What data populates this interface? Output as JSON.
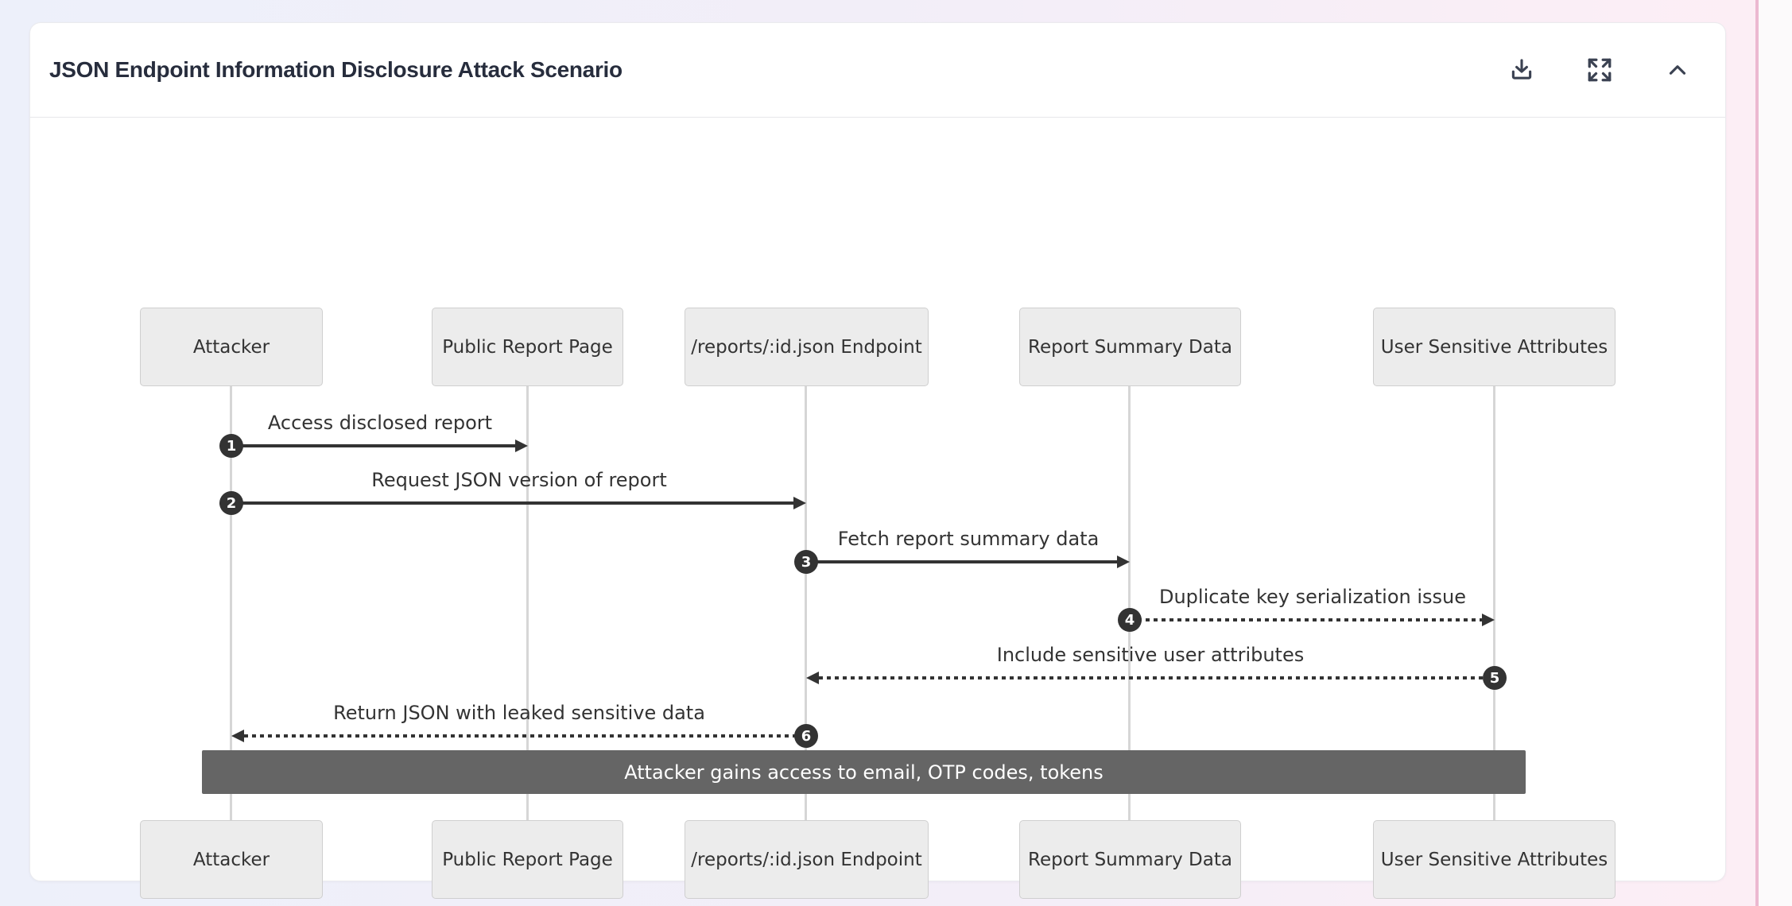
{
  "header": {
    "title": "JSON Endpoint Information Disclosure Attack Scenario",
    "actions": [
      {
        "label": "download",
        "icon": "download-icon"
      },
      {
        "label": "fullscreen",
        "icon": "expand-icon"
      },
      {
        "label": "collapse",
        "icon": "chevron-up-icon"
      }
    ]
  },
  "diagram": {
    "type": "sequence-diagram",
    "actors": [
      {
        "label": "Attacker"
      },
      {
        "label": "Public Report Page"
      },
      {
        "label": "/reports/:id.json Endpoint"
      },
      {
        "label": "Report Summary Data"
      },
      {
        "label": "User Sensitive Attributes"
      }
    ],
    "messages": [
      {
        "number": "1",
        "from": "Attacker",
        "to": "Public Report Page",
        "label": "Access disclosed report",
        "style": "solid"
      },
      {
        "number": "2",
        "from": "Attacker",
        "to": "/reports/:id.json Endpoint",
        "label": "Request JSON version of report",
        "style": "solid"
      },
      {
        "number": "3",
        "from": "/reports/:id.json Endpoint",
        "to": "Report Summary Data",
        "label": "Fetch report summary data",
        "style": "solid"
      },
      {
        "number": "4",
        "from": "Report Summary Data",
        "to": "User Sensitive Attributes",
        "label": "Duplicate key serialization issue",
        "style": "dashed"
      },
      {
        "number": "5",
        "from": "User Sensitive Attributes",
        "to": "/reports/:id.json Endpoint",
        "label": "Include sensitive user attributes",
        "style": "dashed"
      },
      {
        "number": "6",
        "from": "/reports/:id.json Endpoint",
        "to": "Attacker",
        "label": "Return JSON with leaked sensitive data",
        "style": "dashed"
      }
    ],
    "note": {
      "text": "Attacker gains access to email, OTP codes, tokens"
    },
    "colors": {
      "actor_fill": "#ececec",
      "actor_border": "#cfcfcf",
      "line": "#333333",
      "lifeline": "#d6d6d6",
      "note_fill": "#656565",
      "note_text": "#ffffff",
      "title_text": "#272d3d",
      "page_bg_left": "#edf0fa",
      "page_bg_right": "#fdeef5"
    }
  }
}
